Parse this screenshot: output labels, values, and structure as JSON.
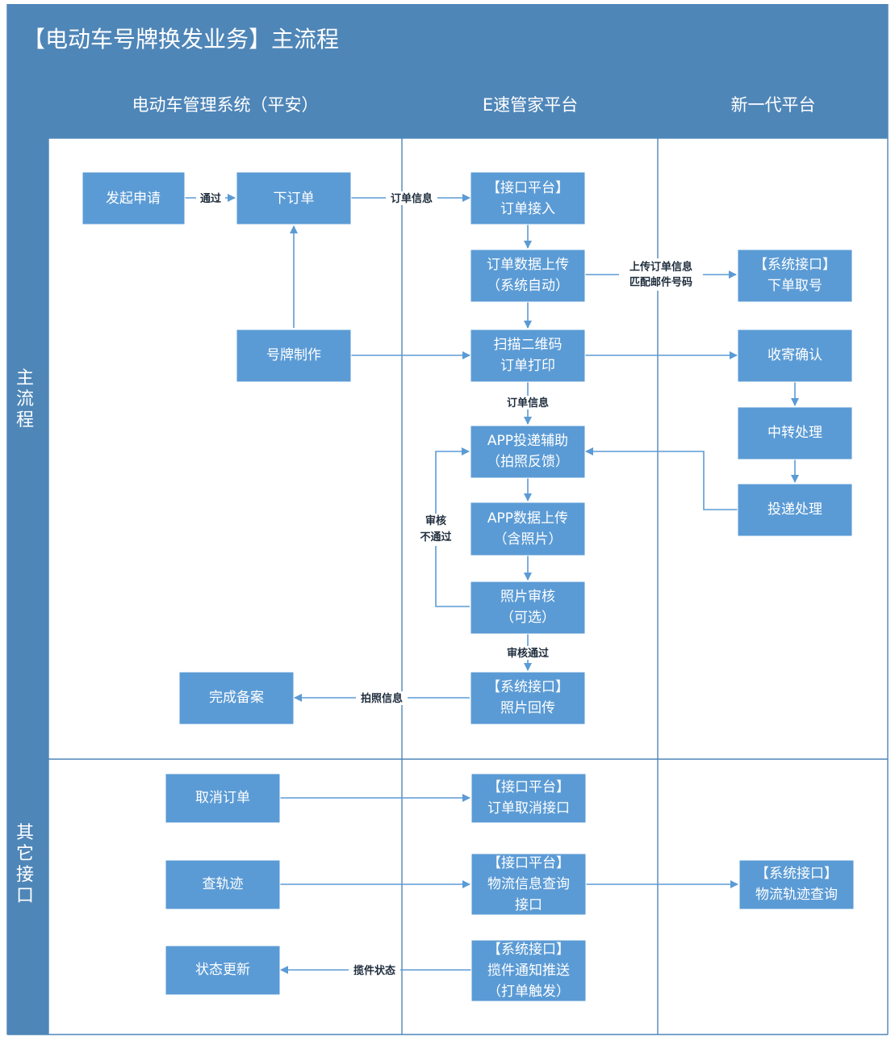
{
  "title": "【电动车号牌换发业务】主流程",
  "columns": [
    "电动车管理系统（平安）",
    "E速管家平台",
    "新一代平台"
  ],
  "lanes": [
    "主流程",
    "其它接口"
  ],
  "colors": {
    "header": "#4f86b8",
    "node": "#5b9bd5",
    "edge": "#5b9bd5",
    "label": "#1f2d3d"
  },
  "nodes": {
    "apply": [
      "发起申请"
    ],
    "order": [
      "下订单"
    ],
    "iface_order_in": [
      "【接口平台】",
      "订单接入"
    ],
    "order_upload": [
      "订单数据上传",
      "（系统自动）"
    ],
    "sys_take_no": [
      "【系统接口】",
      "下单取号"
    ],
    "plate_make": [
      "号牌制作"
    ],
    "scan_print": [
      "扫描二维码",
      "订单打印"
    ],
    "recv_confirm": [
      "收寄确认"
    ],
    "transfer": [
      "中转处理"
    ],
    "app_assist": [
      "APP投递辅助",
      "（拍照反馈）"
    ],
    "deliver": [
      "投递处理"
    ],
    "app_upload": [
      "APP数据上传",
      "（含照片）"
    ],
    "photo_review": [
      "照片审核",
      "（可选）"
    ],
    "photo_back": [
      "【系统接口】",
      "照片回传"
    ],
    "done": [
      "完成备案"
    ],
    "cancel": [
      "取消订单"
    ],
    "iface_cancel": [
      "【接口平台】",
      "订单取消接口"
    ],
    "track": [
      "查轨迹"
    ],
    "iface_logistics": [
      "【接口平台】",
      "物流信息查询",
      "接口"
    ],
    "sys_track": [
      "【系统接口】",
      "物流轨迹查询"
    ],
    "status_update": [
      "状态更新"
    ],
    "sys_push": [
      "【系统接口】",
      "揽件通知推送",
      "（打单触发）"
    ]
  },
  "edge_labels": {
    "pass": "通过",
    "order_info": "订单信息",
    "upload_match": [
      "上传订单信息",
      "匹配邮件号码"
    ],
    "order_info2": "订单信息",
    "review_fail": [
      "审核",
      "不通过"
    ],
    "review_pass": "审核通过",
    "photo_info": "拍照信息",
    "collect_status": "揽件状态"
  }
}
